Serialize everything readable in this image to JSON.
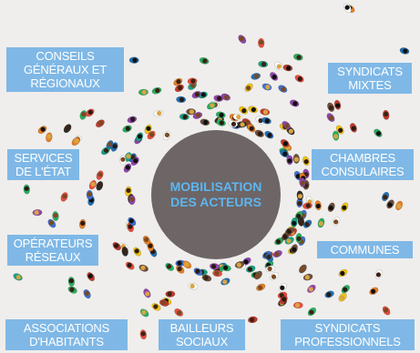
{
  "center": {
    "line1": "MOBILISATION",
    "line2": "DES ACTEURS"
  },
  "labels": {
    "conseils": [
      "CONSEILS",
      "GÉNÉRAUX ET",
      "RÉGIONAUX"
    ],
    "syndicats_mixtes": [
      "SYNDICATS",
      "MIXTES"
    ],
    "services_etat": [
      "SERVICES",
      "DE L'ÉTAT"
    ],
    "chambres": [
      "CHAMBRES",
      "CONSULAIRES"
    ],
    "operateurs": [
      "OPÉRATEURS",
      "RÉSEAUX"
    ],
    "communes": [
      "COMMUNES"
    ],
    "associations": [
      "ASSOCIATIONS",
      "D'HABITANTS"
    ],
    "bailleurs": [
      "BAILLEURS",
      "SOCIAUX"
    ],
    "syndicats_pro": [
      "SYNDICATS",
      "PROFESSIONNELS"
    ]
  },
  "colors": {
    "background": "#efeeec",
    "label_box": "#7fb8e6",
    "label_text": "#ffffff",
    "center_circle": "#6d6566",
    "center_text": "#5cb6f0"
  }
}
